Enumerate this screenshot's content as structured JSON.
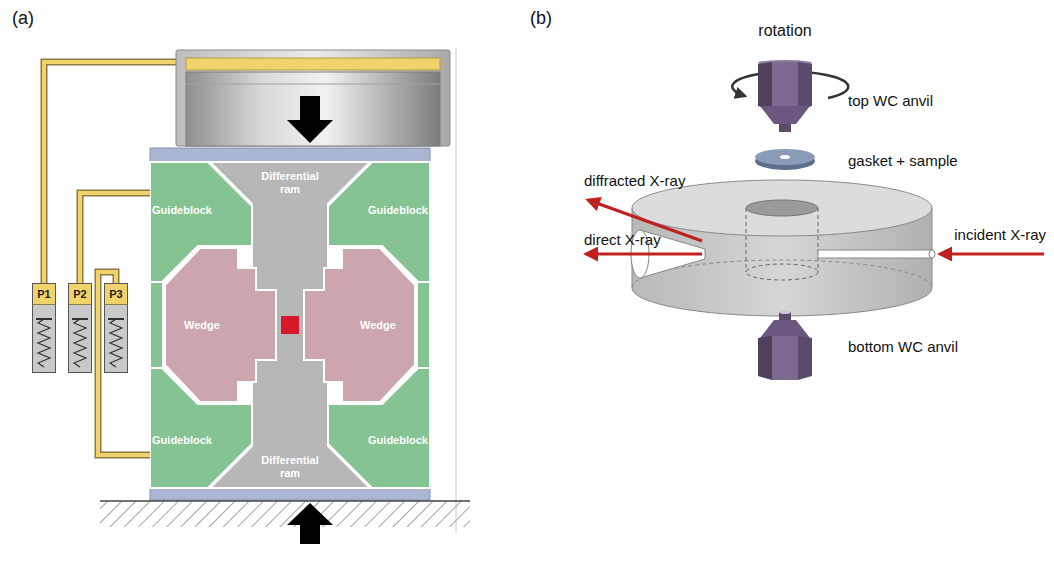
{
  "diagram": {
    "nodes": [
      {
        "text": [
          "Guideblock"
        ]
      },
      {
        "text": [
          "Differential ram"
        ]
      },
      {
        "text": [
          "Guideblock"
        ]
      },
      {
        "text": [
          "P1"
        ]
      },
      {
        "text": [
          "P2"
        ]
      },
      {
        "text": [
          "P3"
        ]
      },
      {
        "text": [
          "Wedge"
        ]
      },
      {
        "text": [
          "Wedge"
        ]
      },
      {
        "text": [
          "Guideblock"
        ]
      },
      {
        "text": [
          "Differential ram"
        ]
      },
      {
        "text": [
          "Guideblock"
        ]
      }
    ],
    "edges": [
      {
        "from": 4,
        "to": 0,
        "arrow": "none"
      },
      {
        "from": 5,
        "to": 8,
        "arrow": "none"
      }
    ],
    "labels": [
      "(a)",
      "(b)",
      "rotation",
      "top WC anvil",
      "gasket + sample",
      "diffracted X-ray",
      "direct X-ray",
      "incident X-ray",
      "bottom WC anvil"
    ]
  }
}
